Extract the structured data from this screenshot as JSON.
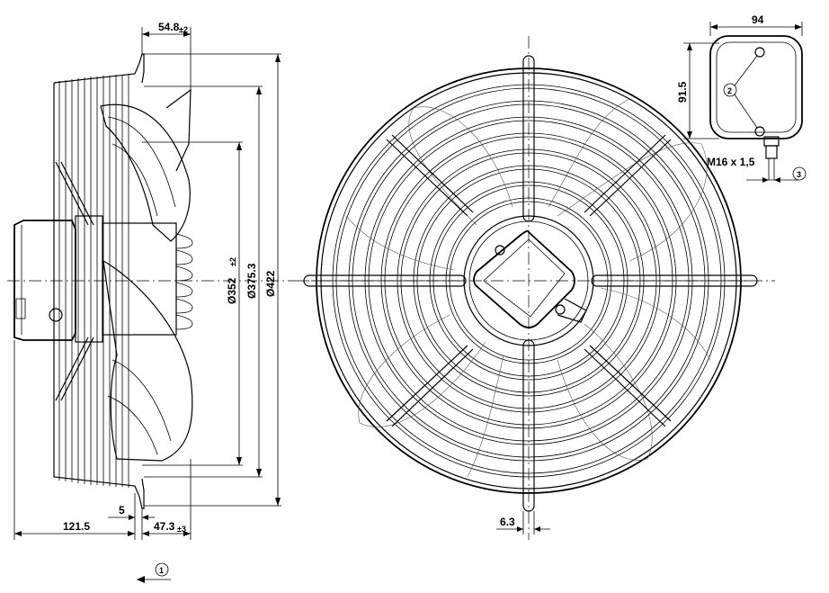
{
  "side_view": {
    "dim_top": "54.8",
    "dim_top_tol": "±2",
    "dim_inner_dia": "Ø352",
    "dim_inner_dia_tol": "±2",
    "dim_mid_dia": "Ø375.3",
    "dim_outer_dia": "Ø422",
    "dim_bottom_small": "5",
    "dim_bottom_left": "121.5",
    "dim_bottom_right": "47.3",
    "dim_bottom_right_tol": "±3"
  },
  "front_view": {
    "dim_guard_wire": "6.3"
  },
  "terminal_box": {
    "dim_width": "94",
    "dim_height": "91.5",
    "cable_gland": "M16 x 1,5",
    "callout_2": "2",
    "callout_3": "3"
  },
  "airflow": {
    "callout_1": "1"
  }
}
